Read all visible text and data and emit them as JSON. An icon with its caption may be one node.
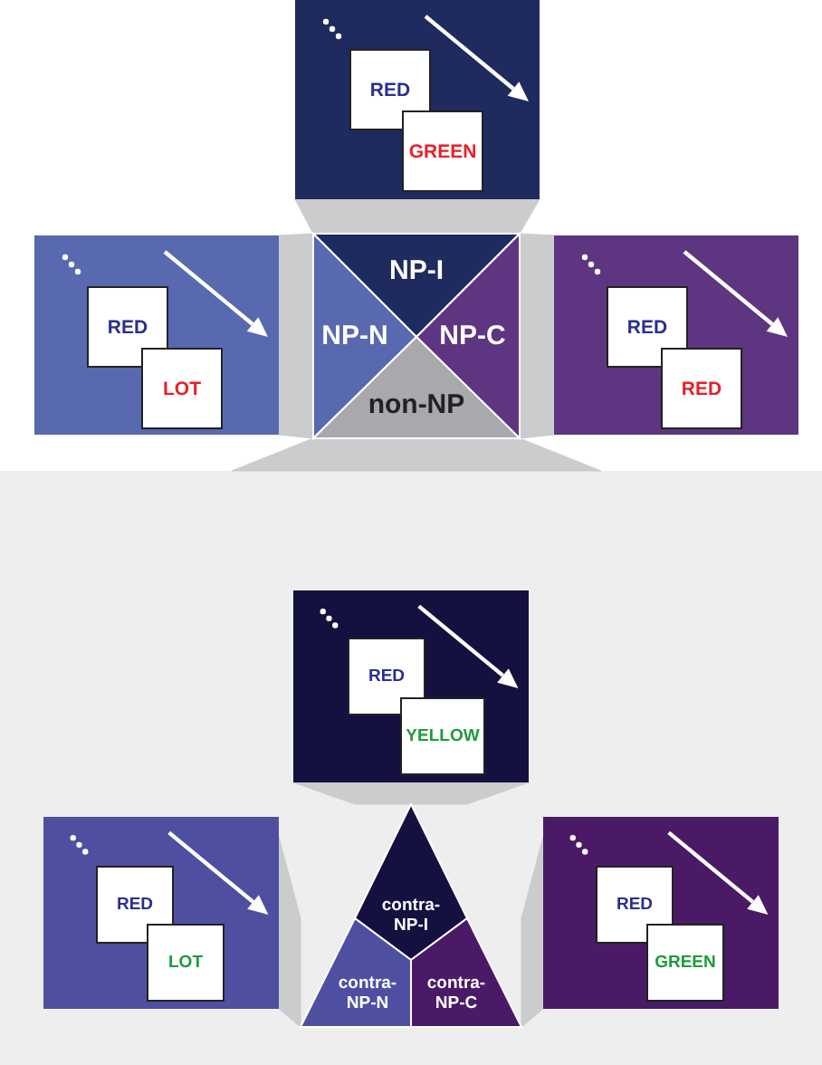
{
  "diagram": {
    "nodes": [
      {
        "text": [],
        "shape": "box"
      },
      {
        "text": [
          "RED"
        ],
        "in": 0
      },
      {
        "text": [
          "GREEN"
        ],
        "in": 0
      },
      {
        "text": [],
        "shape": "box"
      },
      {
        "text": [
          "RED"
        ],
        "in": 3
      },
      {
        "text": [
          "LOT"
        ],
        "in": 3
      },
      {
        "text": [
          "NP-I"
        ]
      },
      {
        "text": [
          "NP-N"
        ]
      },
      {
        "text": [
          "NP-C"
        ]
      },
      {
        "text": [
          "non-NP"
        ]
      },
      {
        "text": [],
        "shape": "box"
      },
      {
        "text": [
          "RED"
        ],
        "in": 10
      },
      {
        "text": [
          "RED"
        ],
        "in": 10
      },
      {
        "text": [],
        "shape": "box"
      },
      {
        "text": [],
        "shape": "box",
        "in": 13
      },
      {
        "text": [
          "RED"
        ],
        "in": 14
      },
      {
        "text": [
          "YELLOW"
        ],
        "in": 14
      },
      {
        "text": [],
        "shape": "box",
        "in": 13
      },
      {
        "text": [
          "RED"
        ],
        "in": 17
      },
      {
        "text": [
          "LOT"
        ],
        "in": 17
      },
      {
        "text": [
          "contra-NP-I"
        ],
        "in": 13
      },
      {
        "text": [
          "contra-NP-N"
        ],
        "in": 13
      },
      {
        "text": [
          "contra-NP-C"
        ],
        "in": 13
      },
      {
        "text": [],
        "shape": "box",
        "in": 13
      },
      {
        "text": [
          "RED"
        ],
        "in": 23
      },
      {
        "text": [
          "GREEN"
        ],
        "in": 23
      }
    ],
    "edges": [
      {
        "from": 6,
        "to": 0,
        "arrow": "none"
      },
      {
        "from": 7,
        "to": 3,
        "arrow": "none"
      },
      {
        "from": 8,
        "to": 10,
        "arrow": "none"
      },
      {
        "from": 9,
        "to": 13,
        "arrow": "none"
      },
      {
        "from": 20,
        "to": 14,
        "arrow": "none"
      },
      {
        "from": 21,
        "to": 17,
        "arrow": "none"
      },
      {
        "from": 22,
        "to": 23,
        "arrow": "none"
      }
    ]
  }
}
